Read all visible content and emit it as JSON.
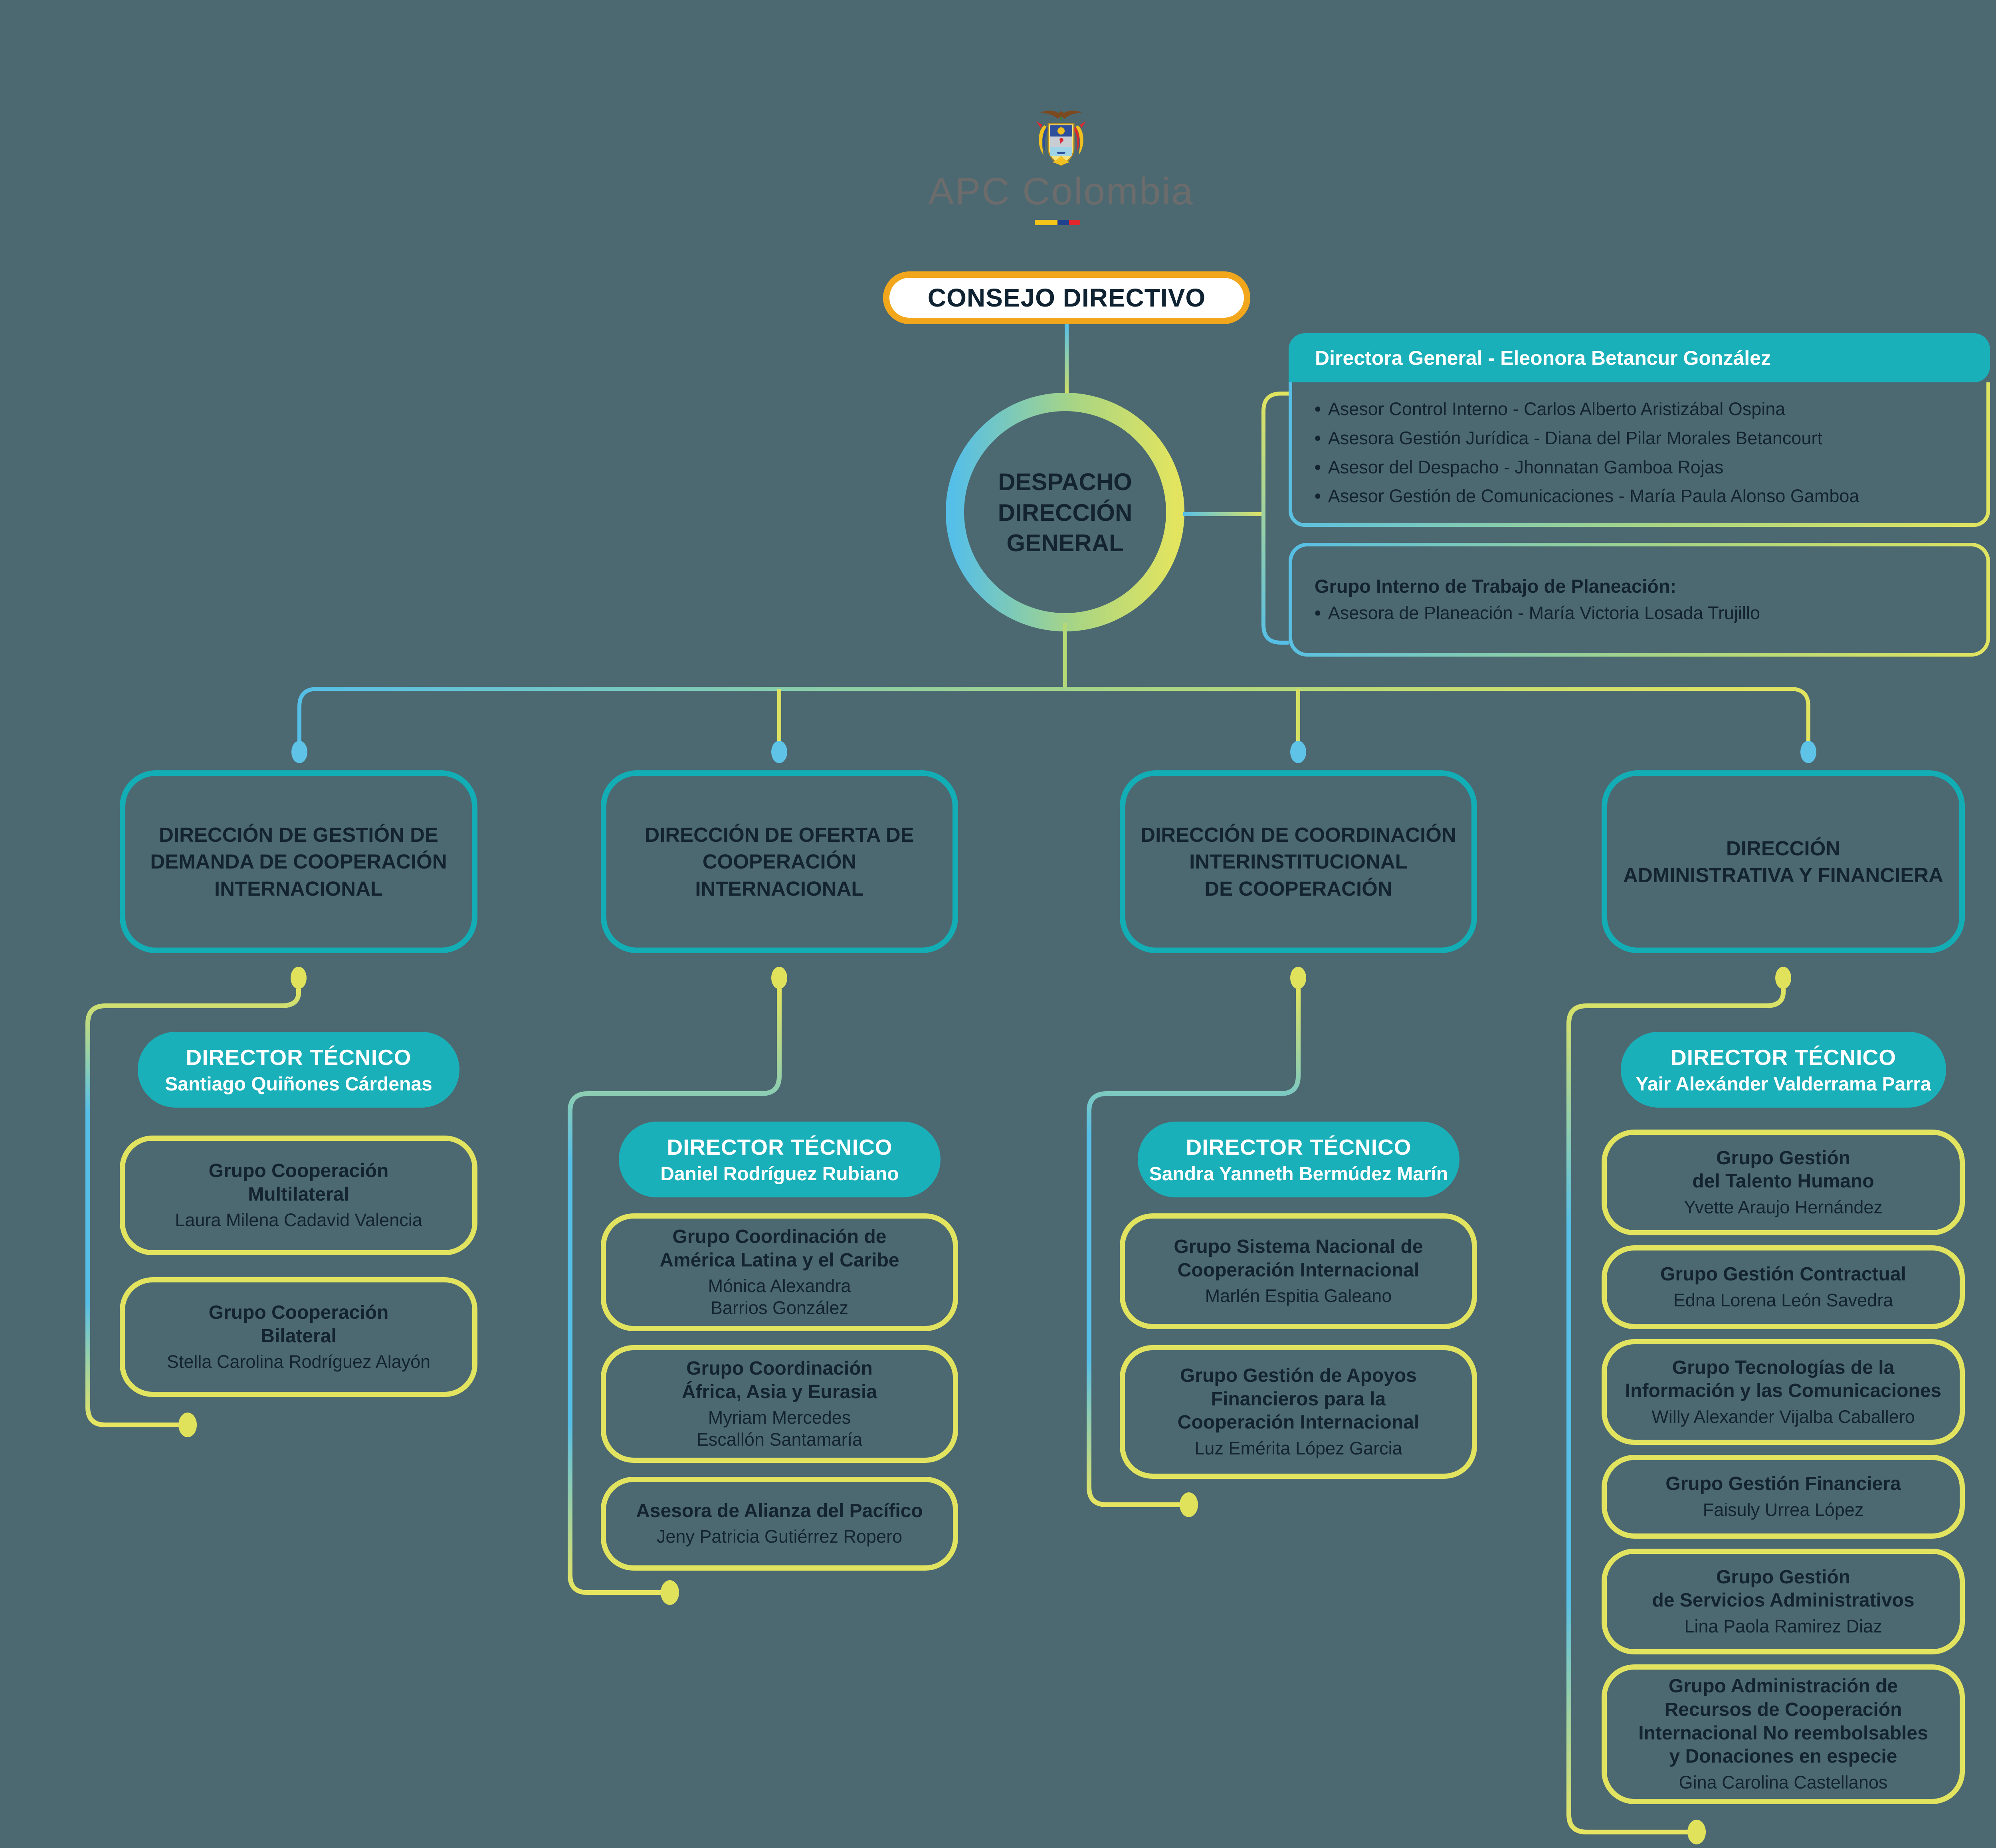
{
  "colors": {
    "background": "#4C6971",
    "teal": "#1AB0BA",
    "teal_border": "#12ADB5",
    "yellow": "#E2E45F",
    "blue": "#56BFE7",
    "orange": "#F2A61C",
    "dark_text": "#132430",
    "flag_yellow": "#F5C518",
    "flag_blue": "#1F3F8F",
    "flag_red": "#E3262C"
  },
  "logo": {
    "org": "APC Colombia"
  },
  "consejo_label": "CONSEJO DIRECTIVO",
  "despacho_label": "DESPACHO\nDIRECCIÓN\nGENERAL",
  "general_direction": {
    "header": "Directora General - Eleonora Betancur González",
    "advisors": [
      "Asesor Control Interno - Carlos Alberto Aristizábal Ospina",
      "Asesora Gestión Jurídica - Diana del Pilar Morales Betancourt",
      "Asesor del Despacho - Jhonnatan Gamboa Rojas",
      "Asesor Gestión de Comunicaciones - María Paula Alonso Gamboa"
    ],
    "planning_title": "Grupo Interno de Trabajo de Planeación:",
    "planning_advisor": "Asesora de Planeación - María Victoria Losada Trujillo"
  },
  "columns": [
    {
      "direction": "DIRECCIÓN DE GESTIÓN DE\nDEMANDA DE COOPERACIÓN\nINTERNACIONAL",
      "director_role": "DIRECTOR TÉCNICO",
      "director_name": "Santiago Quiñones Cárdenas",
      "groups": [
        {
          "title": "Grupo Cooperación\nMultilateral",
          "name": "Laura Milena Cadavid Valencia"
        },
        {
          "title": "Grupo Cooperación\nBilateral",
          "name": "Stella Carolina Rodríguez Alayón"
        }
      ]
    },
    {
      "direction": "DIRECCIÓN DE OFERTA DE\nCOOPERACIÓN INTERNACIONAL",
      "director_role": "DIRECTOR TÉCNICO",
      "director_name": "Daniel Rodríguez Rubiano",
      "groups": [
        {
          "title": "Grupo Coordinación de\nAmérica Latina y el Caribe",
          "name": "Mónica Alexandra\nBarrios González"
        },
        {
          "title": "Grupo Coordinación\nÁfrica, Asia y Eurasia",
          "name": "Myriam Mercedes\nEscallón Santamaría"
        },
        {
          "title": "Asesora de Alianza del Pacífico",
          "name": "Jeny Patricia Gutiérrez Ropero"
        }
      ]
    },
    {
      "direction": "DIRECCIÓN DE COORDINACIÓN\nINTERINSTITUCIONAL\nDE COOPERACIÓN",
      "director_role": "DIRECTOR TÉCNICO",
      "director_name": "Sandra Yanneth Bermúdez Marín",
      "groups": [
        {
          "title": "Grupo Sistema Nacional de\nCooperación Internacional",
          "name": "Marlén Espitia Galeano"
        },
        {
          "title": "Grupo Gestión de Apoyos\nFinancieros para la\nCooperación Internacional",
          "name": "Luz Emérita López Garcia"
        }
      ]
    },
    {
      "direction": "DIRECCIÓN\nADMINISTRATIVA Y FINANCIERA",
      "director_role": "DIRECTOR TÉCNICO",
      "director_name": "Yair Alexánder Valderrama Parra",
      "groups": [
        {
          "title": "Grupo Gestión\ndel Talento Humano",
          "name": "Yvette Araujo Hernández"
        },
        {
          "title": "Grupo Gestión Contractual",
          "name": "Edna Lorena León Savedra"
        },
        {
          "title": "Grupo Tecnologías de la\nInformación y las Comunicaciones",
          "name": "Willy Alexander Vijalba Caballero"
        },
        {
          "title": "Grupo Gestión Financiera",
          "name": "Faisuly Urrea López"
        },
        {
          "title": "Grupo Gestión\nde Servicios Administrativos",
          "name": "Lina Paola Ramirez Diaz"
        },
        {
          "title": "Grupo Administración de\nRecursos de Cooperación\nInternacional No reembolsables\ny Donaciones en especie",
          "name": "Gina Carolina Castellanos"
        }
      ]
    }
  ]
}
